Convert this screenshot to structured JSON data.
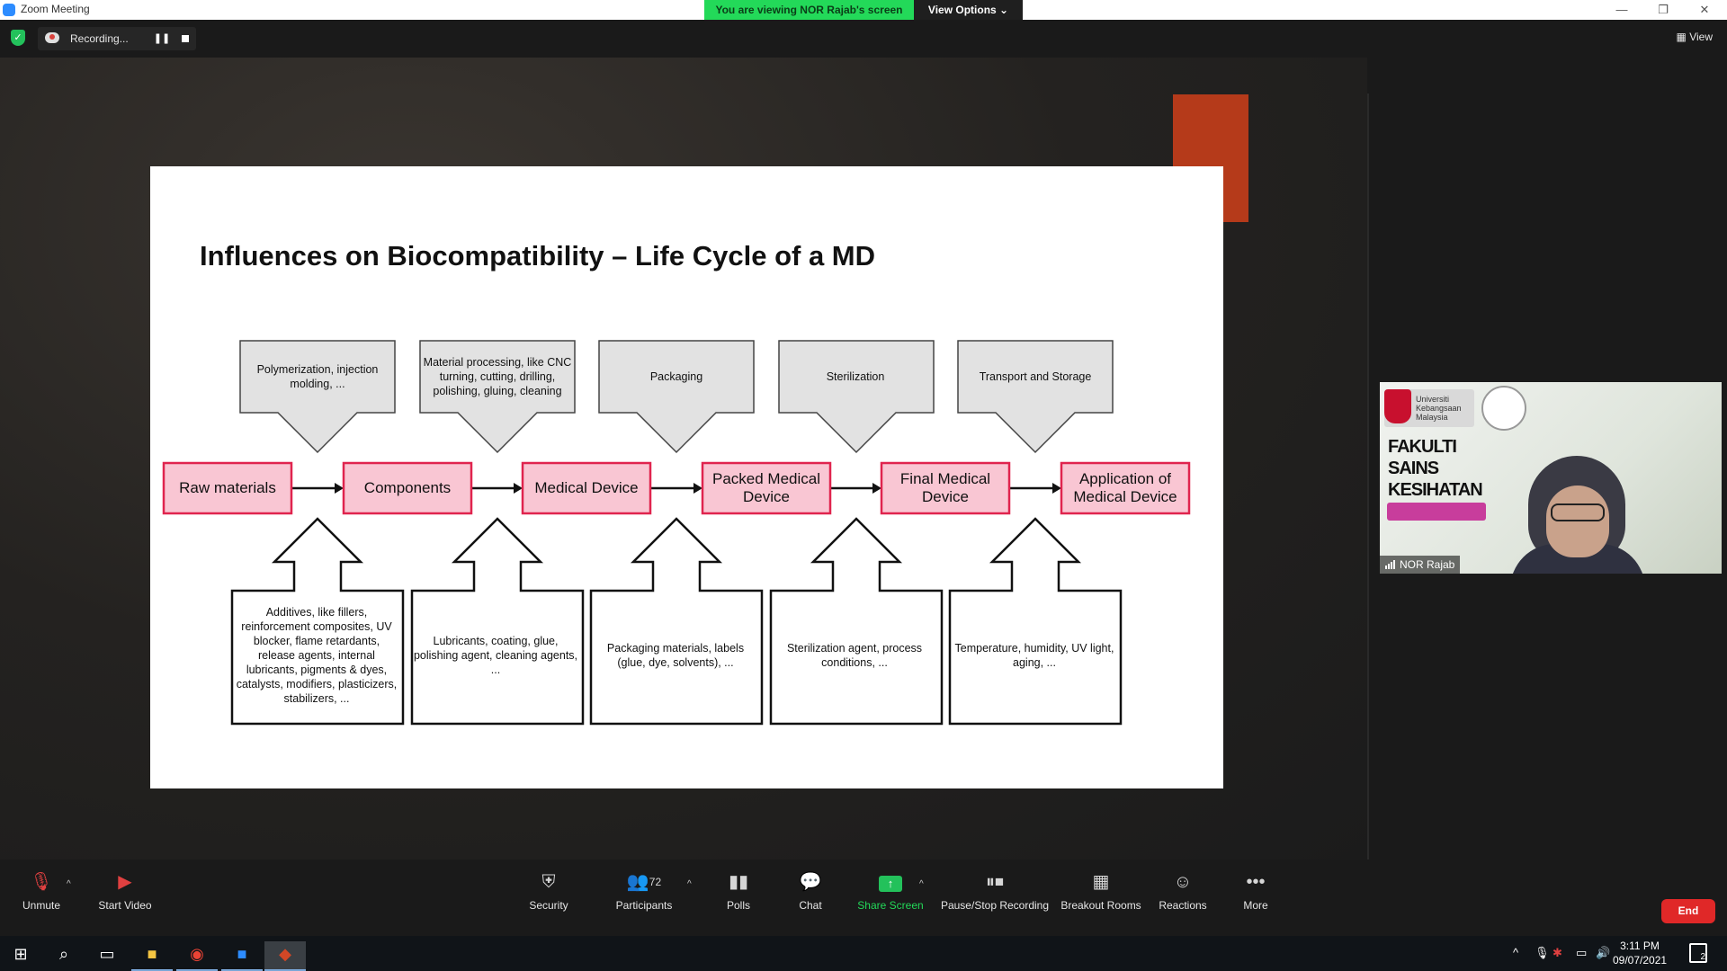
{
  "window": {
    "title": "Zoom Meeting",
    "viewing_banner": "You are viewing NOR Rajab's screen",
    "view_options": "View Options ⌄",
    "minimize": "—",
    "restore": "❐",
    "close": "✕"
  },
  "topbar": {
    "recording_label": "Recording...",
    "view_label": "View"
  },
  "slide": {
    "title": "Influences on Biocompatibility – Life Cycle of a MD",
    "stages": [
      "Raw materials",
      "Components",
      "Medical Device",
      "Packed Medical Device",
      "Final Medical Device",
      "Application of Medical Device"
    ],
    "processes": [
      "Polymerization, injection molding, ...",
      "Material processing, like CNC turning, cutting, drilling, polishing, gluing, cleaning",
      "Packaging",
      "Sterilization",
      "Transport and Storage"
    ],
    "inputs": [
      "Additives, like fillers, reinforcement composites, UV blocker, flame retardants, release agents, internal lubricants, pigments & dyes, catalysts, modifiers, plasticizers, stabilizers, ...",
      "Lubricants, coating, glue, polishing agent, cleaning agents, ...",
      "Packaging materials, labels (glue, dye, solvents), ...",
      "Sterilization agent, process conditions, ...",
      "Temperature, humidity, UV light, aging, ..."
    ]
  },
  "participant": {
    "name": "NOR Rajab",
    "background_text": "FAKULTI SAINS KESIHATAN",
    "logo_text": "Universiti Kebangsaan Malaysia"
  },
  "toolbar": {
    "unmute": "Unmute",
    "start_video": "Start Video",
    "security": "Security",
    "participants": "Participants",
    "participant_count": "72",
    "polls": "Polls",
    "chat": "Chat",
    "share_screen": "Share Screen",
    "pause_recording": "Pause/Stop Recording",
    "breakout_rooms": "Breakout Rooms",
    "reactions": "Reactions",
    "more": "More",
    "end": "End"
  },
  "taskbar": {
    "time": "3:11 PM",
    "date": "09/07/2021",
    "notifications": "2"
  },
  "colors": {
    "banner_green": "#23d959",
    "stage_fill": "#f9c6d3",
    "stage_border": "#e0244e",
    "end_red": "#e02828"
  }
}
